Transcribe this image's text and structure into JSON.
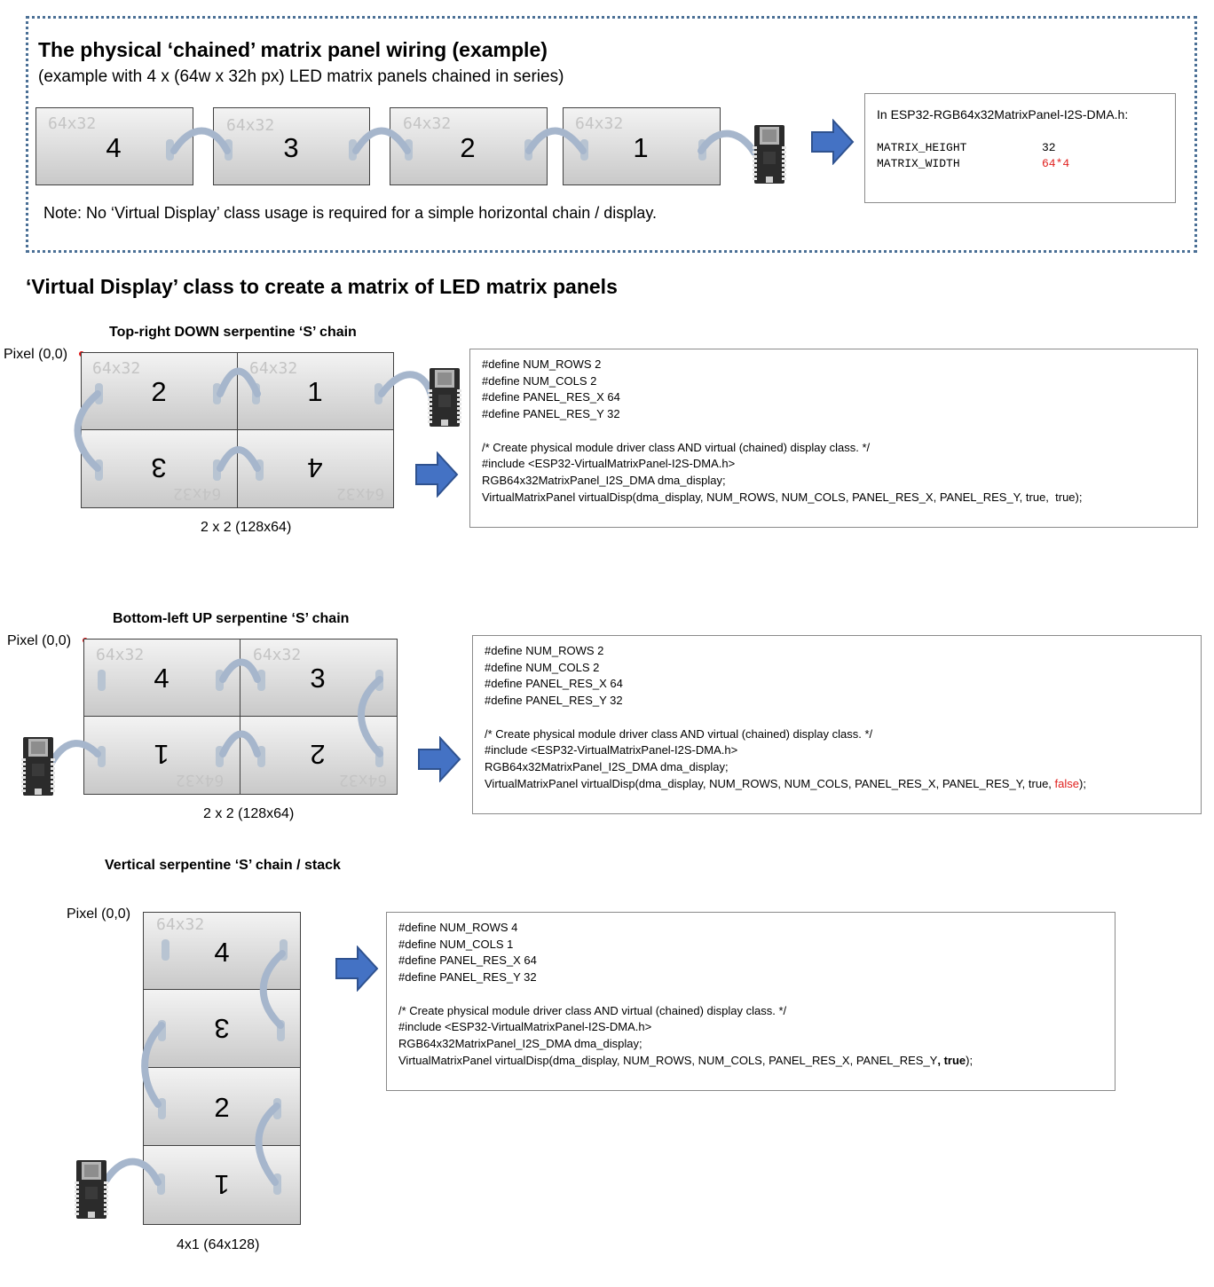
{
  "top": {
    "title": "The physical ‘chained’ matrix panel wiring (example)",
    "subtitle": "(example with 4 x (64w x 32h px) LED matrix panels chained in series)",
    "panel_tag": "64x32",
    "panels": [
      "4",
      "3",
      "2",
      "1"
    ],
    "note": "Note: No ‘Virtual Display’ class usage is required for a simple horizontal chain / display.",
    "header_box": {
      "title": "In ESP32-RGB64x32MatrixPanel-I2S-DMA.h:",
      "height_key": "MATRIX_HEIGHT",
      "height_val": "32",
      "width_key": "MATRIX_WIDTH",
      "width_val": "64*4"
    }
  },
  "section_title": "‘Virtual Display’ class to create a matrix of LED matrix panels",
  "diagram1": {
    "title": "Top-right DOWN serpentine ‘S’ chain",
    "origin": "Pixel (0,0)",
    "caption": "2 x 2 (128x64)",
    "panel_tag": "64x32",
    "panels": [
      "2",
      "1",
      "3",
      "4"
    ],
    "code": {
      "l1": "#define NUM_ROWS 2",
      "l2": "#define NUM_COLS 2",
      "l3": "#define PANEL_RES_X 64",
      "l4": "#define PANEL_RES_Y 32",
      "l5": "/* Create physical module driver class AND virtual (chained) display class. */",
      "l6": "#include <ESP32-VirtualMatrixPanel-I2S-DMA.h>",
      "l7": "RGB64x32MatrixPanel_I2S_DMA dma_display;",
      "l8": "VirtualMatrixPanel virtualDisp(dma_display, NUM_ROWS, NUM_COLS, PANEL_RES_X, PANEL_RES_Y, true,  true);"
    }
  },
  "diagram2": {
    "title": "Bottom-left  UP serpentine ‘S’ chain",
    "origin": "Pixel (0,0)",
    "caption": "2 x 2 (128x64)",
    "panel_tag": "64x32",
    "panels": [
      "4",
      "3",
      "1",
      "2"
    ],
    "code": {
      "l1": "#define NUM_ROWS 2",
      "l2": "#define NUM_COLS 2",
      "l3": "#define PANEL_RES_X 64",
      "l4": "#define PANEL_RES_Y 32",
      "l5": "/* Create physical module driver class AND virtual (chained) display class. */",
      "l6": "#include <ESP32-VirtualMatrixPanel-I2S-DMA.h>",
      "l7": "RGB64x32MatrixPanel_I2S_DMA dma_display;",
      "l8a": "VirtualMatrixPanel virtualDisp(dma_display, NUM_ROWS, NUM_COLS, PANEL_RES_X, PANEL_RES_Y, true, ",
      "l8b": "false",
      "l8c": ");"
    }
  },
  "diagram3": {
    "title": "Vertical serpentine ‘S’ chain / stack",
    "origin": "Pixel (0,0)",
    "caption": "4x1 (64x128)",
    "panel_tag": "64x32",
    "panels": [
      "4",
      "3",
      "2",
      "1"
    ],
    "code": {
      "l1": "#define NUM_ROWS 4",
      "l2": "#define NUM_COLS 1",
      "l3": "#define PANEL_RES_X 64",
      "l4": "#define PANEL_RES_Y 32",
      "l5": "/* Create physical module driver class AND virtual (chained) display class. */",
      "l6": "#include <ESP32-VirtualMatrixPanel-I2S-DMA.h>",
      "l7": "RGB64x32MatrixPanel_I2S_DMA dma_display;",
      "l8a": "VirtualMatrixPanel virtualDisp(dma_display, NUM_ROWS, NUM_COLS, PANEL_RES_X, PANEL_RES_Y",
      "l8b": ", true",
      "l8c": ");"
    }
  },
  "colors": {
    "arrow": "#4472c4",
    "cable": "#a6b6cc",
    "dashed_border": "#4a6f95",
    "highlight": "#e0201e"
  },
  "icons": [
    "esp32-board-icon",
    "right-arrow-icon",
    "pixel-origin-dot"
  ]
}
